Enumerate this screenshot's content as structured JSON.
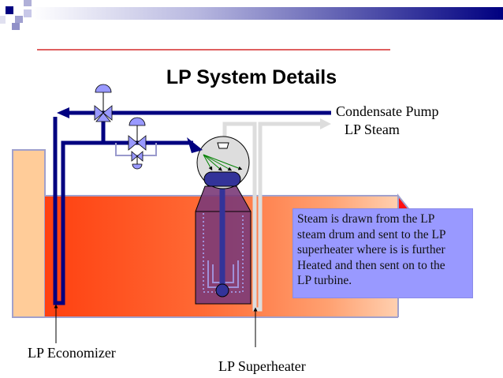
{
  "slide": {
    "title": "LP System Details",
    "colors": {
      "banner_start": "#ffffff",
      "banner_end": "#000080",
      "accent_line": "#cc0000",
      "pipe_water": "#000080",
      "pipe_steam": "#dddddd",
      "gas_duct": "#ff4a1a",
      "stack": "#ffcc99",
      "note_bg": "#9999ff",
      "valve": "#9999ff"
    }
  },
  "labels": {
    "condensate_pump": "Condensate Pump",
    "lp_steam": "LP Steam",
    "lp_economizer": "LP Economizer",
    "lp_superheater": "LP Superheater"
  },
  "note": {
    "lines": [
      "Steam is drawn from the LP",
      "steam drum and sent to the LP",
      "superheater where is is further",
      "Heated and then sent on to the",
      "LP turbine."
    ]
  },
  "icons": [
    "control-valve-icon",
    "bypass-valve-icon",
    "steam-drum-icon",
    "evaporator-icon",
    "arrow-icon"
  ]
}
